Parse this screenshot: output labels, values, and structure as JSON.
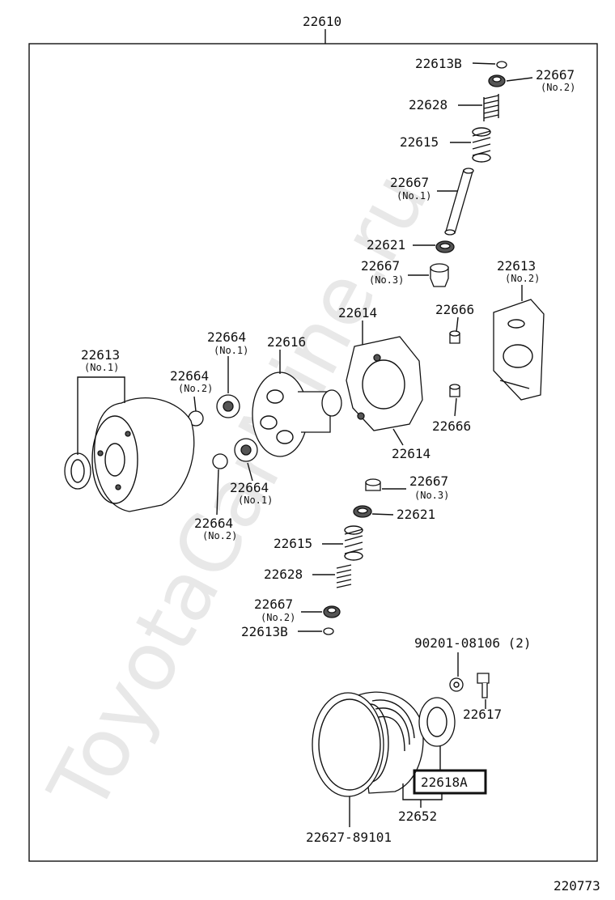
{
  "watermark": "ToyotaCarMine.ru",
  "assembly_label": "22610",
  "diagram_id": "220773",
  "labels": {
    "l22613b_top": "22613B",
    "l22667_top": "22667",
    "l22667_top_sub": "(No.2)",
    "l22628_top": "22628",
    "l22615_top": "22615",
    "l22667_no1": "22667",
    "l22667_no1_sub": "(No.1)",
    "l22621_top": "22621",
    "l22667_no3_top": "22667",
    "l22667_no3_top_sub": "(No.3)",
    "l22613_no2": "22613",
    "l22613_no2_sub": "(No.2)",
    "l22614_top": "22614",
    "l22666_top": "22666",
    "l22616": "22616",
    "l22664_no1_top": "22664",
    "l22664_no1_top_sub": "(No.1)",
    "l22613_no1": "22613",
    "l22613_no1_sub": "(No.1)",
    "l22664_no2_top": "22664",
    "l22664_no2_top_sub": "(No.2)",
    "l22666_bot": "22666",
    "l22614_bot": "22614",
    "l22667_no3_bot": "22667",
    "l22667_no3_bot_sub": "(No.3)",
    "l22664_no1_bot": "22664",
    "l22664_no1_bot_sub": "(No.1)",
    "l22621_bot": "22621",
    "l22664_no2_bot": "22664",
    "l22664_no2_bot_sub": "(No.2)",
    "l22615_bot": "22615",
    "l22628_bot": "22628",
    "l22667_no2_bot": "22667",
    "l22667_no2_bot_sub": "(No.2)",
    "l22613b_bot": "22613B",
    "l90201": "90201-08106 (2)",
    "l22617": "22617",
    "l22618a": "22618A",
    "l22652": "22652",
    "l22627": "22627-89101"
  }
}
